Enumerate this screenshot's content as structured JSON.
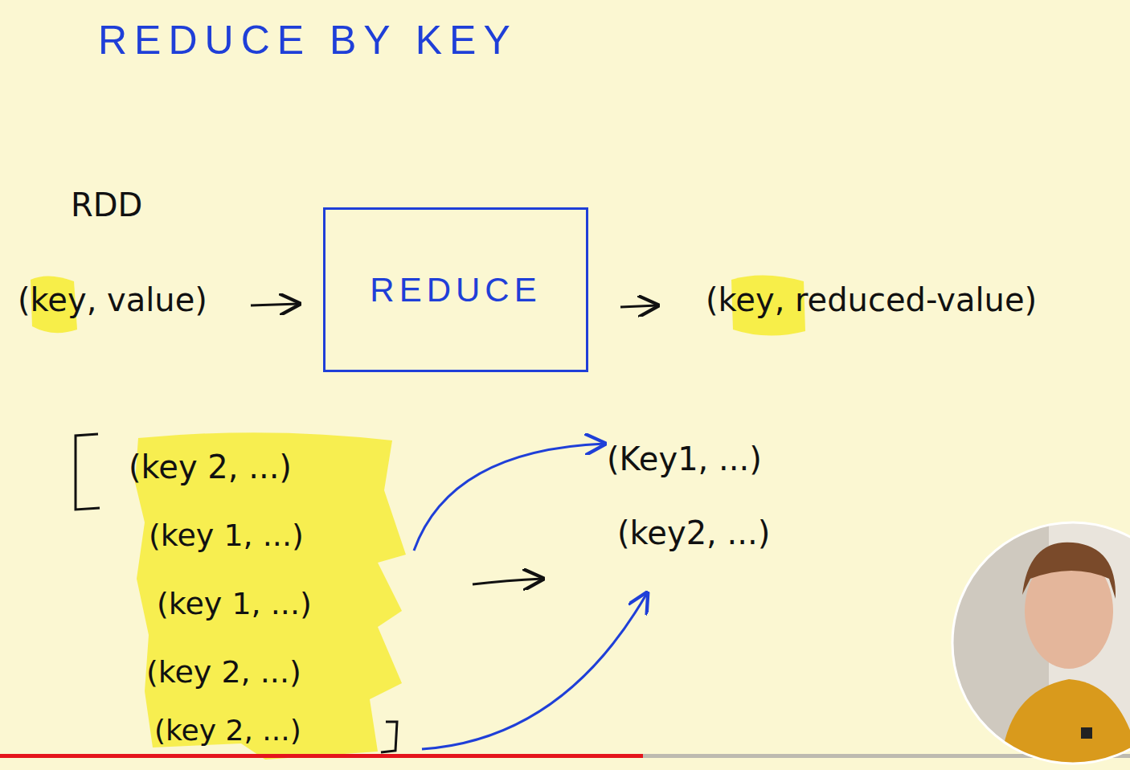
{
  "diagram": {
    "title": "REDUCE BY KEY",
    "nodes": [
      {
        "text": [
          "REDUCE"
        ]
      }
    ],
    "labels": [
      "RDD",
      "(key, value)",
      "(key, reduced-value)",
      "(key 2, ...)",
      "(key 1, ...)",
      "(key 1, ...)",
      "(key 2, ...)",
      "(key 2, ...)",
      "(Key1, ...)",
      "(key2, ...)"
    ]
  }
}
